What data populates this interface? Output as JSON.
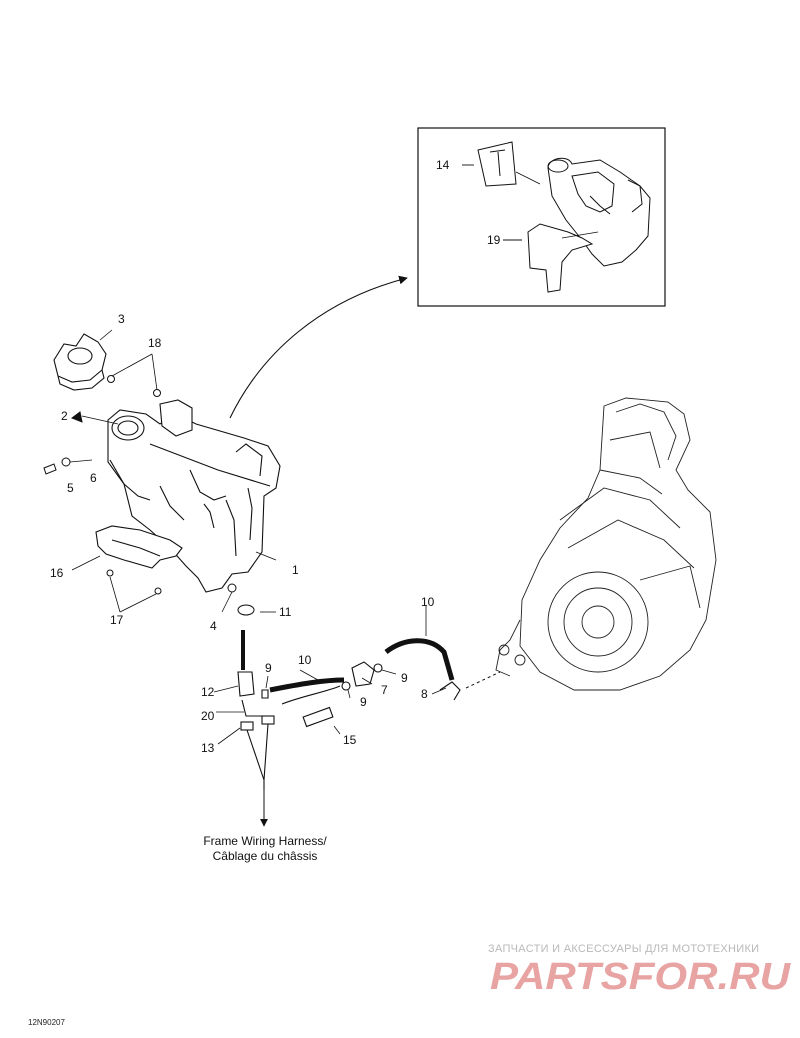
{
  "callouts": {
    "c1": "1",
    "c2": "2",
    "c3": "3",
    "c4": "4",
    "c5": "5",
    "c6": "6",
    "c7": "7",
    "c8": "8",
    "c9a": "9",
    "c9b": "9",
    "c9c": "9",
    "c10a": "10",
    "c10b": "10",
    "c11": "11",
    "c12": "12",
    "c13": "13",
    "c14": "14",
    "c15": "15",
    "c16": "16",
    "c17": "17",
    "c18": "18",
    "c19": "19",
    "c20": "20"
  },
  "harness_label": {
    "line1": "Frame Wiring Harness/",
    "line2": "Câblage du châssis"
  },
  "figure_code": "12N90207",
  "watermark": {
    "tagline": "ЗАПЧАСТИ И АКСЕССУАРЫ ДЛЯ МОТОТЕХНИКИ",
    "logo_text": "PARTSFOR.RU",
    "color": "#e8a3a3"
  },
  "colors": {
    "line": "#111111",
    "background": "#ffffff"
  }
}
